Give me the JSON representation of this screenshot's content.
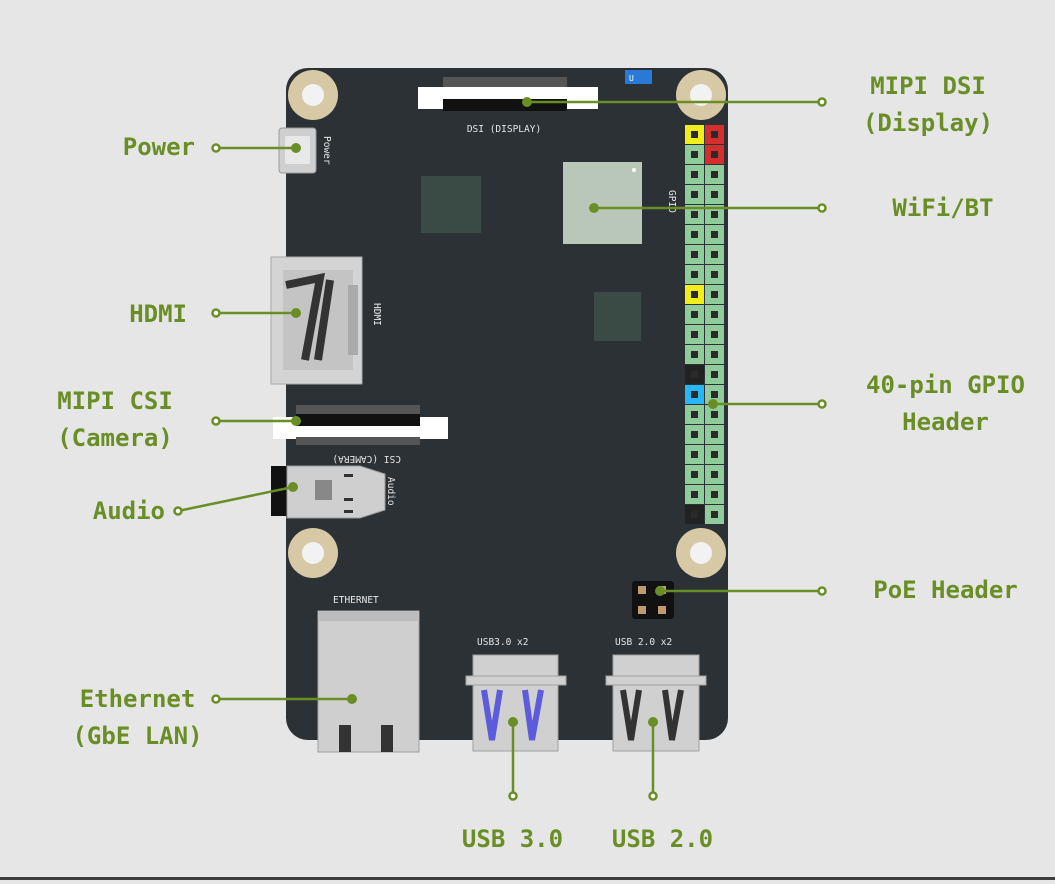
{
  "labels": {
    "power": "Power",
    "hdmi": "HDMI",
    "csi_line1": "MIPI CSI",
    "csi_line2": "(Camera)",
    "audio": "Audio",
    "ethernet_line1": "Ethernet",
    "ethernet_line2": "(GbE LAN)",
    "dsi_line1": "MIPI DSI",
    "dsi_line2": "(Display)",
    "wifi": "WiFi/BT",
    "gpio_line1": "40-pin GPIO",
    "gpio_line2": "Header",
    "poe": "PoE Header",
    "usb3": "USB 3.0",
    "usb2": "USB 2.0"
  },
  "silkscreen": {
    "dsi": "DSI (DISPLAY)",
    "csi": "CSI (CAMERA)",
    "power": "Power",
    "hdmi": "HDMI",
    "audio": "Audio",
    "gpio": "GPIO",
    "ethernet": "ETHERNET",
    "usb3": "USB3.0 x2",
    "usb2": "USB 2.0 x2"
  },
  "colors": {
    "accent": "#6a8e26",
    "board": "#2b3135",
    "background": "#e6e6e6",
    "pin_green": "#8fcb9b",
    "pin_yellow": "#f2ee1c",
    "pin_red": "#d32f2f",
    "pin_cyan": "#29b6f6",
    "usb3_blue": "#5b5bdc"
  }
}
